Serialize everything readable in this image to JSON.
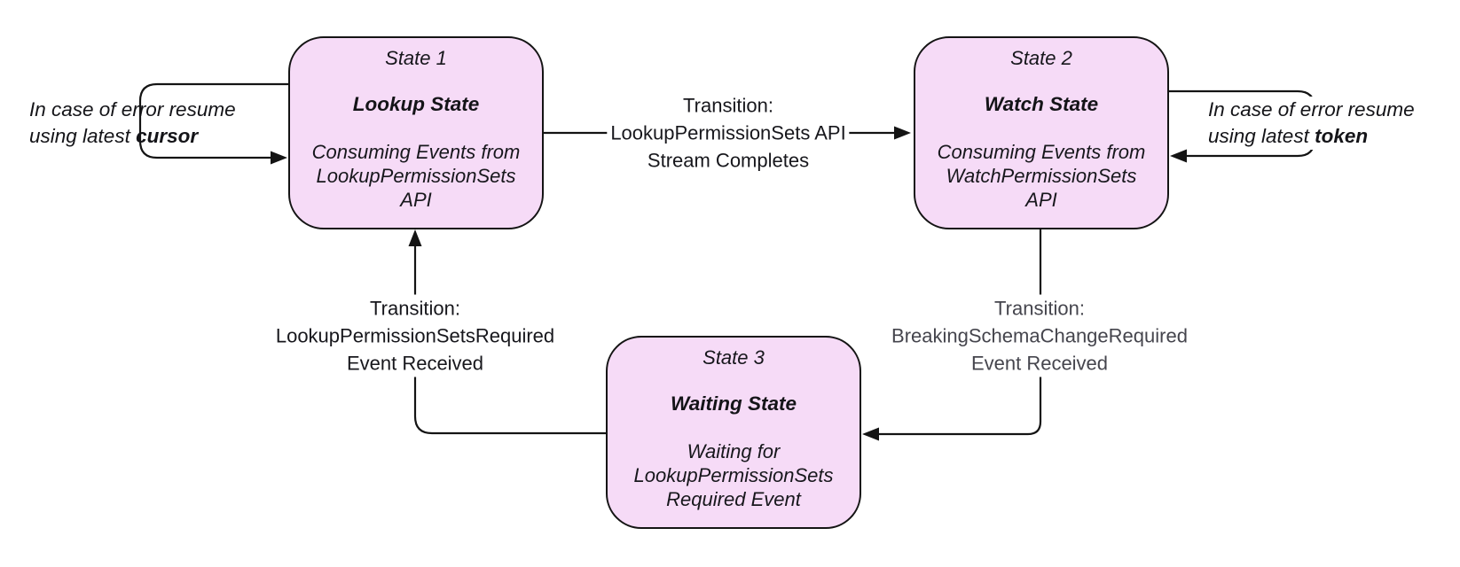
{
  "colors": {
    "background": "#ffffff",
    "state_fill": "#f6dbf7",
    "state_border": "#141414",
    "line": "#141414",
    "text": "#17171c",
    "muted_transition_text": "#45454d"
  },
  "states": [
    {
      "step": "State 1",
      "name": "Lookup State",
      "desc_lines": [
        "Consuming Events from",
        "LookupPermissionSets",
        "API"
      ]
    },
    {
      "step": "State 2",
      "name": "Watch State",
      "desc_lines": [
        "Consuming Events from",
        "WatchPermissionSets",
        "API"
      ]
    },
    {
      "step": "State 3",
      "name": "Waiting State",
      "desc_lines": [
        "Waiting for",
        "LookupPermissionSets",
        "Required Event"
      ]
    }
  ],
  "transitions": [
    {
      "from": "State 1",
      "to": "State 2",
      "lines": [
        "Transition:",
        "LookupPermissionSets API",
        "Stream Completes"
      ]
    },
    {
      "from": "State 2",
      "to": "State 3",
      "lines": [
        "Transition:",
        "BreakingSchemaChangeRequired",
        "Event Received"
      ]
    },
    {
      "from": "State 3",
      "to": "State 1",
      "lines": [
        "Transition:",
        "LookupPermissionSetsRequired",
        "Event Received"
      ]
    }
  ],
  "error_notes": [
    {
      "attached_to": "State 1",
      "line1": "In case of error resume",
      "line2_prefix": "using latest ",
      "line2_bold": "cursor"
    },
    {
      "attached_to": "State 2",
      "line1": "In case of error resume",
      "line2_prefix": "using latest ",
      "line2_bold": "token"
    }
  ]
}
